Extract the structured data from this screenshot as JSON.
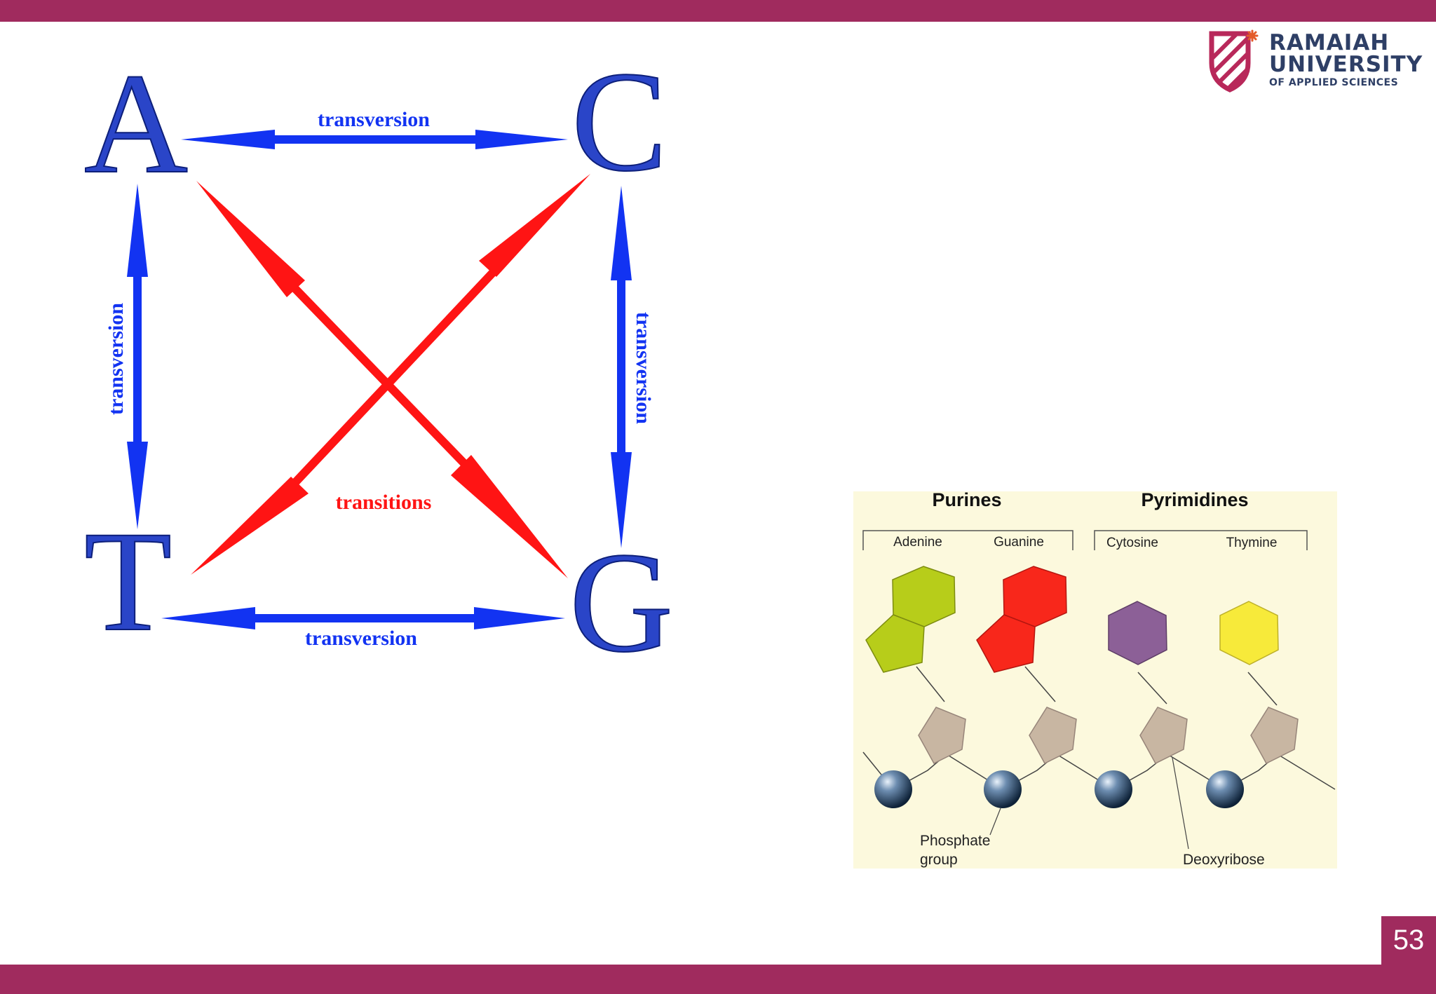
{
  "colors": {
    "brand_bar": "#a02b5e",
    "logo_text": "#2e3f66",
    "transversion_blue": "#1233f2",
    "transition_red": "#ff1414",
    "adenine": "#b7cd1a",
    "guanine": "#f8271b",
    "cytosine": "#8c6097",
    "thymine": "#f7ea3a",
    "sugar": "#c8b6a2"
  },
  "logo": {
    "line1": "RAMAIAH",
    "line2": "UNIVERSITY",
    "line3": "OF APPLIED SCIENCES"
  },
  "page_number": "53",
  "mutation_diagram": {
    "bases": {
      "a": "A",
      "c": "C",
      "t": "T",
      "g": "G"
    },
    "labels": {
      "top": "transversion",
      "bottom": "transversion",
      "left": "transversion",
      "right": "transversion",
      "center": "transitions"
    }
  },
  "nucleotides": {
    "groups": {
      "purines": "Purines",
      "pyrimidines": "Pyrimidines"
    },
    "bases": {
      "adenine": "Adenine",
      "guanine": "Guanine",
      "cytosine": "Cytosine",
      "thymine": "Thymine"
    },
    "annotations": {
      "phosphate_1": "Phosphate",
      "phosphate_2": "group",
      "deoxyribose": "Deoxyribose"
    }
  }
}
